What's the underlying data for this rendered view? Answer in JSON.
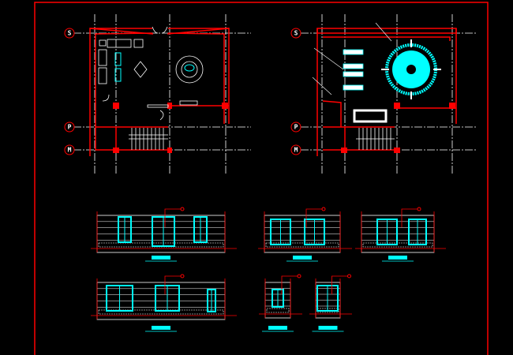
{
  "drawing": {
    "background": "#000000",
    "colors": {
      "wall": "#ff0000",
      "line": "#ffffff",
      "fixture": "#00ffff"
    },
    "plans": [
      {
        "name": "floor-plan",
        "grid_labels": [
          "S",
          "P",
          "M"
        ]
      },
      {
        "name": "ceiling-plan",
        "grid_labels": [
          "S",
          "P",
          "M"
        ]
      }
    ],
    "elevation_count": 6
  }
}
